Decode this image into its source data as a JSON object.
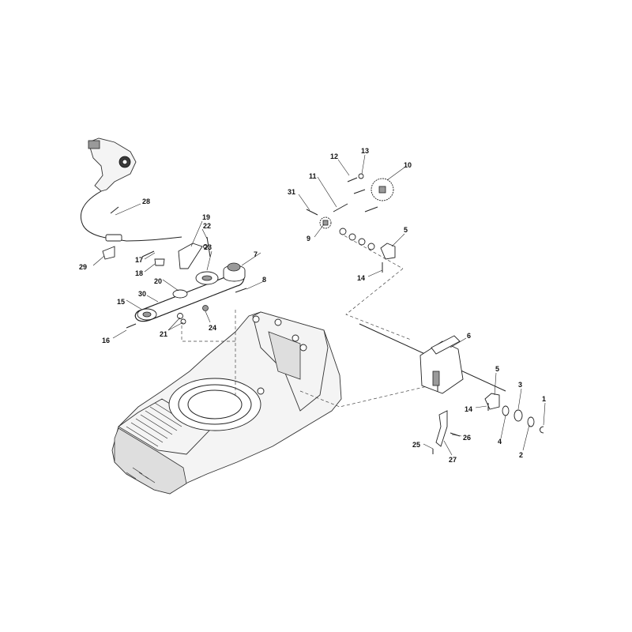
{
  "diagram": {
    "parts": [
      {
        "id": "1",
        "label": "1"
      },
      {
        "id": "2",
        "label": "2"
      },
      {
        "id": "3",
        "label": "3"
      },
      {
        "id": "4",
        "label": "4"
      },
      {
        "id": "5a",
        "label": "5"
      },
      {
        "id": "5b",
        "label": "5"
      },
      {
        "id": "6",
        "label": "6"
      },
      {
        "id": "7",
        "label": "7"
      },
      {
        "id": "8",
        "label": "8"
      },
      {
        "id": "9",
        "label": "9"
      },
      {
        "id": "10",
        "label": "10"
      },
      {
        "id": "11",
        "label": "11"
      },
      {
        "id": "12",
        "label": "12"
      },
      {
        "id": "13",
        "label": "13"
      },
      {
        "id": "14a",
        "label": "14"
      },
      {
        "id": "14b",
        "label": "14"
      },
      {
        "id": "15",
        "label": "15"
      },
      {
        "id": "16",
        "label": "16"
      },
      {
        "id": "17",
        "label": "17"
      },
      {
        "id": "18",
        "label": "18"
      },
      {
        "id": "19",
        "label": "19"
      },
      {
        "id": "20",
        "label": "20"
      },
      {
        "id": "21",
        "label": "21"
      },
      {
        "id": "22",
        "label": "22"
      },
      {
        "id": "23",
        "label": "23"
      },
      {
        "id": "24",
        "label": "24"
      },
      {
        "id": "25",
        "label": "25"
      },
      {
        "id": "26",
        "label": "26"
      },
      {
        "id": "27",
        "label": "27"
      },
      {
        "id": "28",
        "label": "28"
      },
      {
        "id": "29",
        "label": "29"
      },
      {
        "id": "30",
        "label": "30"
      },
      {
        "id": "31",
        "label": "31"
      }
    ]
  }
}
